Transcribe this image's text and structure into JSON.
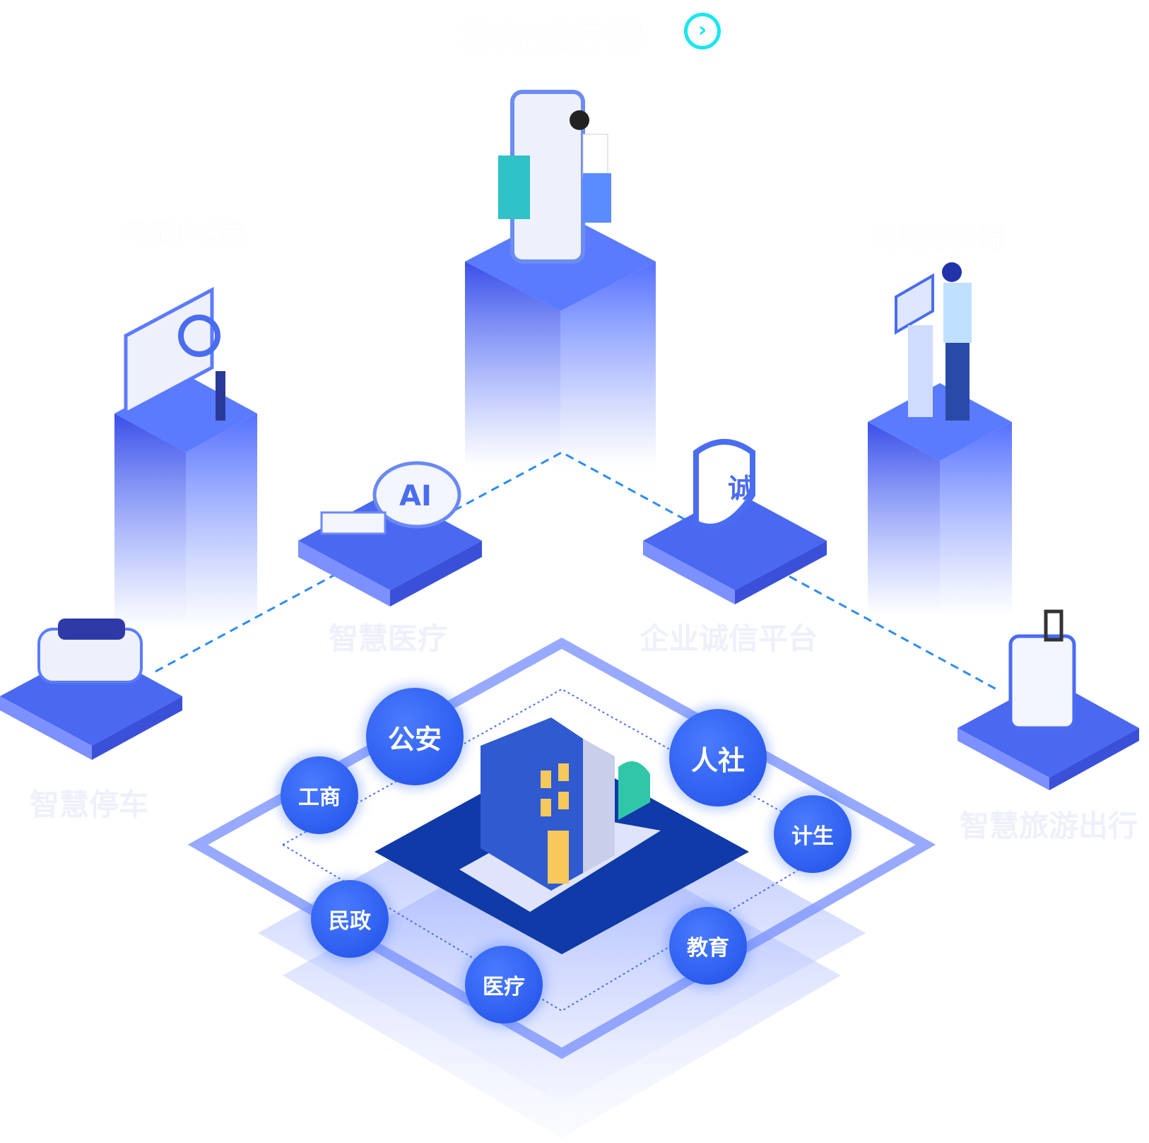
{
  "header": {
    "title": "移动通行端",
    "next_icon": "chevron-right-icon",
    "accent": "#18e6f0"
  },
  "terminals": {
    "pc": "电脑PC端",
    "kiosk": "自助服务端"
  },
  "scenes": [
    {
      "label": "智慧停车",
      "icon": "car-icon"
    },
    {
      "label": "智慧医疗",
      "icon": "ai-cloud-icon"
    },
    {
      "label": "企业诚信平台",
      "icon": "shield-icon",
      "badge": "诚"
    },
    {
      "label": "智慧旅游出行",
      "icon": "luggage-icon"
    }
  ],
  "departments": [
    "公安",
    "工商",
    "人社",
    "计生",
    "民政",
    "医疗",
    "教育"
  ],
  "colors": {
    "primary": "#3f63f0",
    "dark": "#1a2a8c"
  }
}
